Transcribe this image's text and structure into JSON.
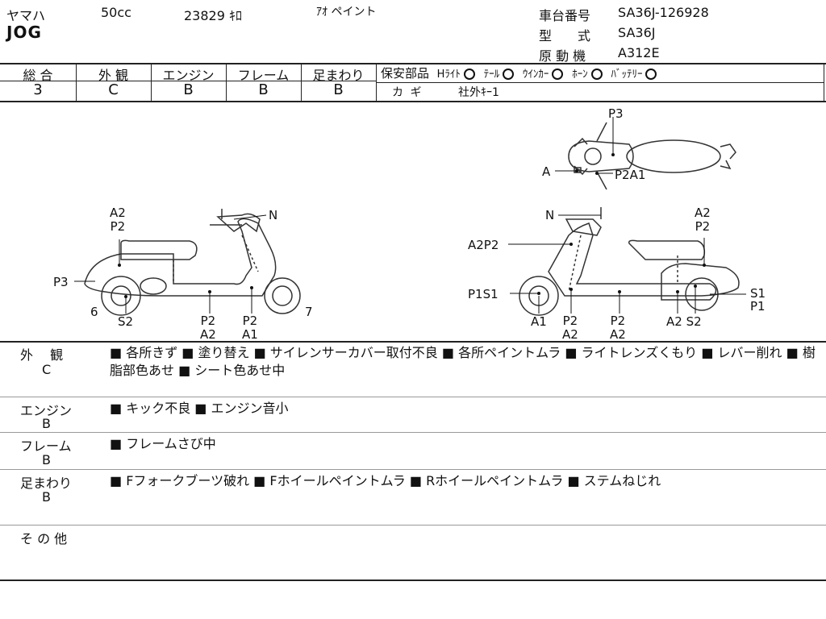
{
  "header": {
    "maker": "ヤマハ",
    "displacement": "50cc",
    "mileage": "23829 ｷﾛ",
    "color": "ｱｵ ペイント",
    "model": "JOG",
    "frame_no_label": "車台番号",
    "frame_no": "SA36J-126928",
    "type_label": "型　　式",
    "type_value": "SA36J",
    "engine_label": "原 動 機",
    "engine_value": "A312E"
  },
  "grades": {
    "labels": [
      "総 合",
      "外 観",
      "エンジン",
      "フレーム",
      "足まわり"
    ],
    "values": [
      "3",
      "C",
      "B",
      "B",
      "B"
    ]
  },
  "safety": {
    "label": "保安部品",
    "items": [
      "Hﾗｲﾄ",
      "ﾃｰﾙ",
      "ｳｲﾝｶｰ",
      "ﾎｰﾝ",
      "ﾊﾞｯﾃﾘｰ"
    ],
    "key_label": "カ ギ",
    "key_value": "社外ｷｰ1"
  },
  "diagram": {
    "left": {
      "a2p2_top": "A2",
      "a2p2_top2": "P2",
      "n": "N",
      "p3": "P3",
      "six": "6",
      "s2": "S2",
      "p2_a": "P2",
      "a2_a": "A2",
      "p2_b": "P2",
      "a1_b": "A1",
      "seven": "7"
    },
    "right": {
      "n": "N",
      "a2_top": "A2",
      "p2_top": "P2",
      "a2p2": "A2P2",
      "p1s1": "P1S1",
      "s1": "S1",
      "p1": "P1",
      "a1": "A1",
      "p2_c": "P2",
      "a2_c": "A2",
      "p2_d": "P2",
      "a2_d": "A2",
      "a2s2": "A2 S2"
    },
    "top": {
      "p3": "P3",
      "a": "A",
      "p2a1": "P2A1"
    }
  },
  "sections": [
    {
      "name": "外　 観",
      "grade": "C",
      "text": "■ 各所きず ■ 塗り替え ■ サイレンサーカバー取付不良 ■ 各所ペイントムラ ■ ライトレンズくもり ■ レバー削れ ■ 樹脂部色あせ ■ シート色あせ中"
    },
    {
      "name": "エンジン",
      "grade": "B",
      "text": "■ キック不良 ■ エンジン音小"
    },
    {
      "name": "フレーム",
      "grade": "B",
      "text": "■ フレームさび中"
    },
    {
      "name": "足まわり",
      "grade": "B",
      "text": "■ Fフォークブーツ破れ ■ Fホイールペイントムラ ■ Rホイールペイントムラ ■ ステムねじれ"
    },
    {
      "name": "そ の 他",
      "grade": "",
      "text": ""
    }
  ]
}
